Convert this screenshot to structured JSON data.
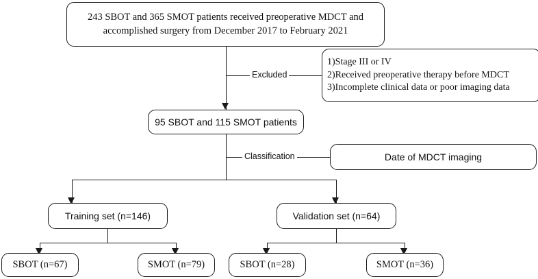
{
  "diagram": {
    "type": "flowchart",
    "title": "Patient enrollment and dataset split flowchart",
    "nodes": {
      "enrollment": {
        "line1": "243 SBOT and 365 SMOT patients received preoperative MDCT and",
        "line2": "accomplished surgery from December 2017 to February 2021"
      },
      "exclusion": {
        "item1": "1)Stage III or IV",
        "item2": "2)Received preoperative therapy before MDCT",
        "item3": "3)Incomplete clinical data or poor imaging data"
      },
      "included": {
        "label": "95 SBOT and 115 SMOT patients"
      },
      "classification_basis": {
        "label": "Date of MDCT imaging"
      },
      "training_set": {
        "label": "Training set (n=146)"
      },
      "validation_set": {
        "label": "Validation set (n=64)"
      },
      "training_sbot": {
        "label": "SBOT (n=67)"
      },
      "training_smot": {
        "label": "SMOT (n=79)"
      },
      "validation_sbot": {
        "label": "SBOT (n=28)"
      },
      "validation_smot": {
        "label": "SMOT (n=36)"
      }
    },
    "edge_labels": {
      "excluded": "Excluded",
      "classification": "Classification"
    },
    "colors": {
      "stroke": "#1a1a1a",
      "text": "#111111",
      "background": "#ffffff"
    }
  }
}
